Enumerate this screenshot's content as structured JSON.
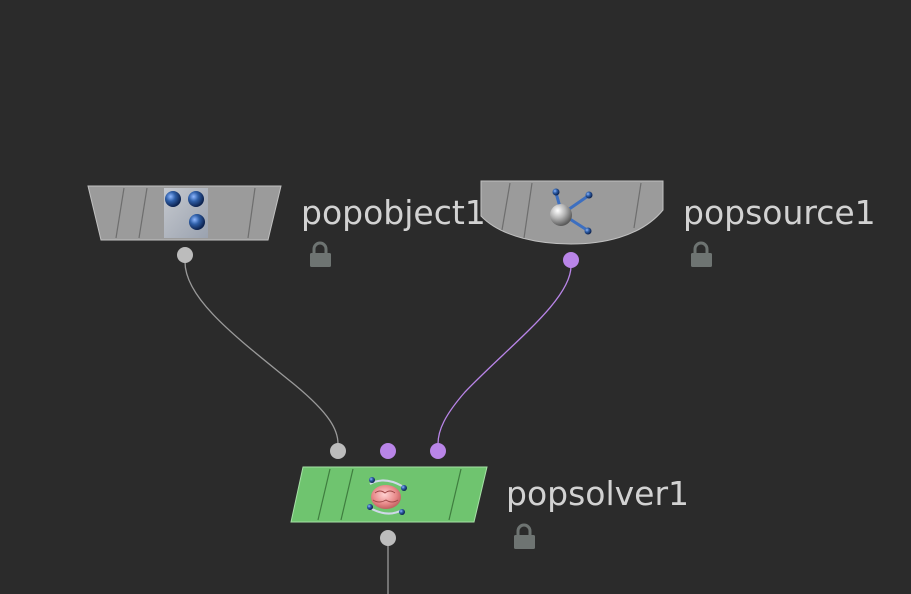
{
  "network": {
    "nodes": [
      {
        "label": "popobject1",
        "type": "popobject",
        "color": "#9b9b9b",
        "icon": "particle-cluster-icon",
        "locked": true
      },
      {
        "label": "popsource1",
        "type": "popsource",
        "color": "#9b9b9b",
        "icon": "particle-source-icon",
        "locked": true
      },
      {
        "label": "popsolver1",
        "type": "popsolver",
        "color": "#6fc46f",
        "icon": "solver-brain-icon",
        "locked": true
      }
    ],
    "connection_colors": {
      "object": "#bcbcbc",
      "source": "#b985e8",
      "default_wire": "#9a9a9a"
    }
  }
}
